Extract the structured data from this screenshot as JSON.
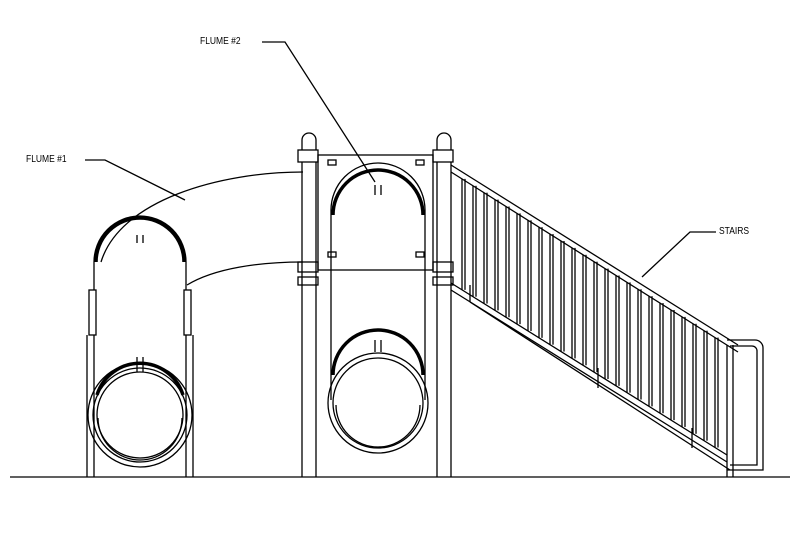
{
  "labels": {
    "flume2": "FLUME #2",
    "flume1": "FLUME #1",
    "stairs": "STAIRS"
  },
  "colors": {
    "line": "#000000",
    "background": "#ffffff"
  }
}
